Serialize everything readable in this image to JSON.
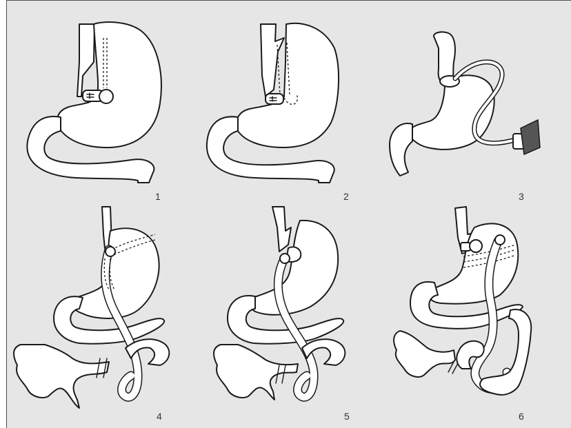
{
  "figure": {
    "panels": [
      {
        "label": "1"
      },
      {
        "label": "2"
      },
      {
        "label": "3"
      },
      {
        "label": "4"
      },
      {
        "label": "5"
      },
      {
        "label": "6"
      }
    ]
  },
  "colors": {
    "background": "#e6e6e6",
    "organ_fill": "#ffffff",
    "stroke": "#1a1a1a",
    "port_dark": "#555555"
  }
}
